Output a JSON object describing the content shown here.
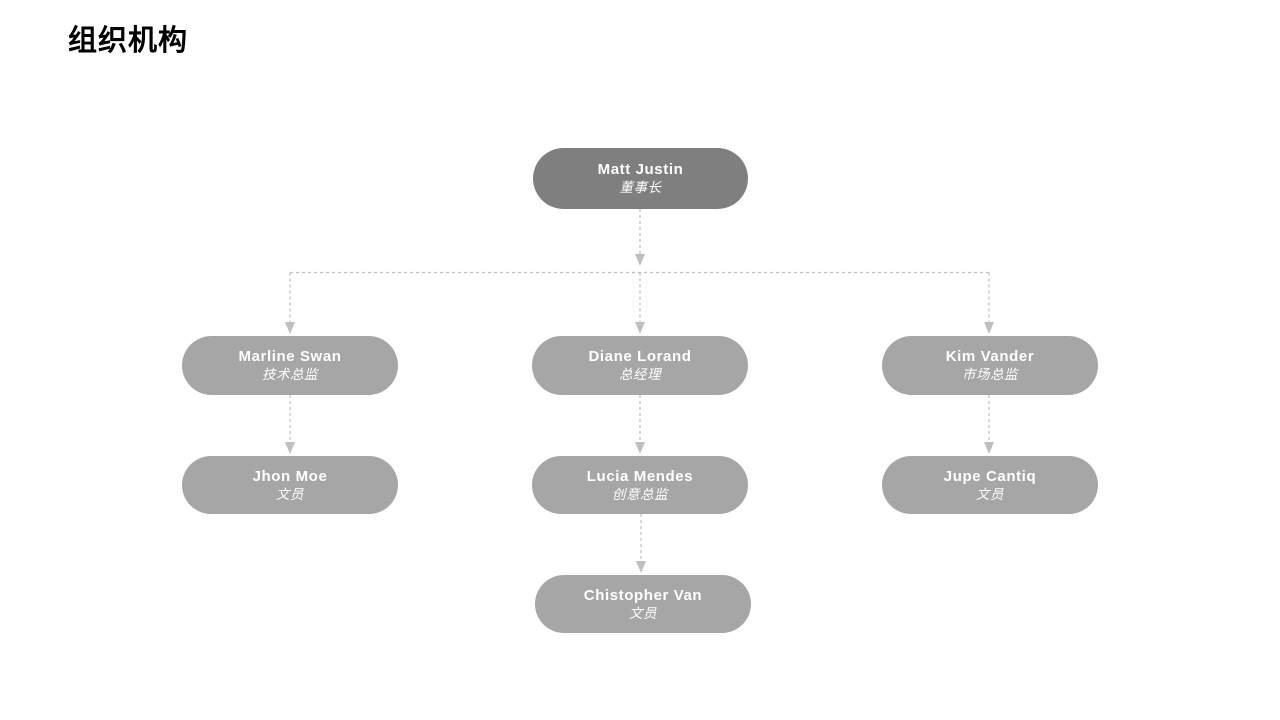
{
  "slide": {
    "title": "组织机构",
    "background_color": "#ffffff"
  },
  "theme": {
    "root_node_color": "#7f7f7f",
    "node_color": "#a6a6a6",
    "connector_color": "#bfbfbf",
    "node_text_color": "#ffffff",
    "title_color": "#000000"
  },
  "org_chart": {
    "type": "tree",
    "nodes": [
      {
        "id": "root",
        "name": "Matt Justin",
        "role": "董事长",
        "level": 0,
        "parent": null
      },
      {
        "id": "tech",
        "name": "Marline Swan",
        "role": "技术总监",
        "level": 1,
        "parent": "root"
      },
      {
        "id": "gm",
        "name": "Diane Lorand",
        "role": "总经理",
        "level": 1,
        "parent": "root"
      },
      {
        "id": "mkt",
        "name": "Kim Vander",
        "role": "市场总监",
        "level": 1,
        "parent": "root"
      },
      {
        "id": "clerk1",
        "name": "Jhon Moe",
        "role": "文员",
        "level": 2,
        "parent": "tech"
      },
      {
        "id": "creative",
        "name": "Lucia Mendes",
        "role": "创意总监",
        "level": 2,
        "parent": "gm"
      },
      {
        "id": "clerk2",
        "name": "Jupe Cantiq",
        "role": "文员",
        "level": 2,
        "parent": "mkt"
      },
      {
        "id": "clerk3",
        "name": "Chistopher Van",
        "role": "文员",
        "level": 3,
        "parent": "creative"
      }
    ]
  }
}
